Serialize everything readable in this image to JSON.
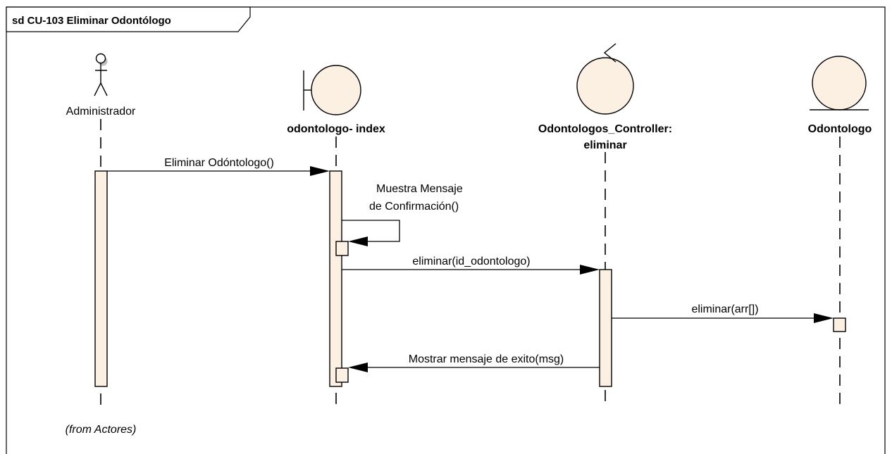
{
  "frame": {
    "title": "sd CU-103 Eliminar Odontólogo"
  },
  "participants": [
    {
      "id": "administrador",
      "type": "actor",
      "label": "Administrador",
      "note": "(from Actores)"
    },
    {
      "id": "odontologo-index",
      "type": "boundary",
      "label": "odontologo- index"
    },
    {
      "id": "controller",
      "type": "control",
      "label_line1": "Odontologos_Controller:",
      "label_line2": "eliminar"
    },
    {
      "id": "odontologo",
      "type": "entity",
      "label": "Odontologo"
    }
  ],
  "messages": [
    {
      "label": "Eliminar Odóntologo()"
    },
    {
      "label_line1": "Muestra Mensaje",
      "label_line2": "de Confirmación()"
    },
    {
      "label": "eliminar(id_odontologo)"
    },
    {
      "label": "eliminar(arr[])"
    },
    {
      "label": "Mostrar mensaje de exito(msg)"
    }
  ],
  "colors": {
    "fill": "#fbf0e2",
    "stroke": "#000000"
  }
}
